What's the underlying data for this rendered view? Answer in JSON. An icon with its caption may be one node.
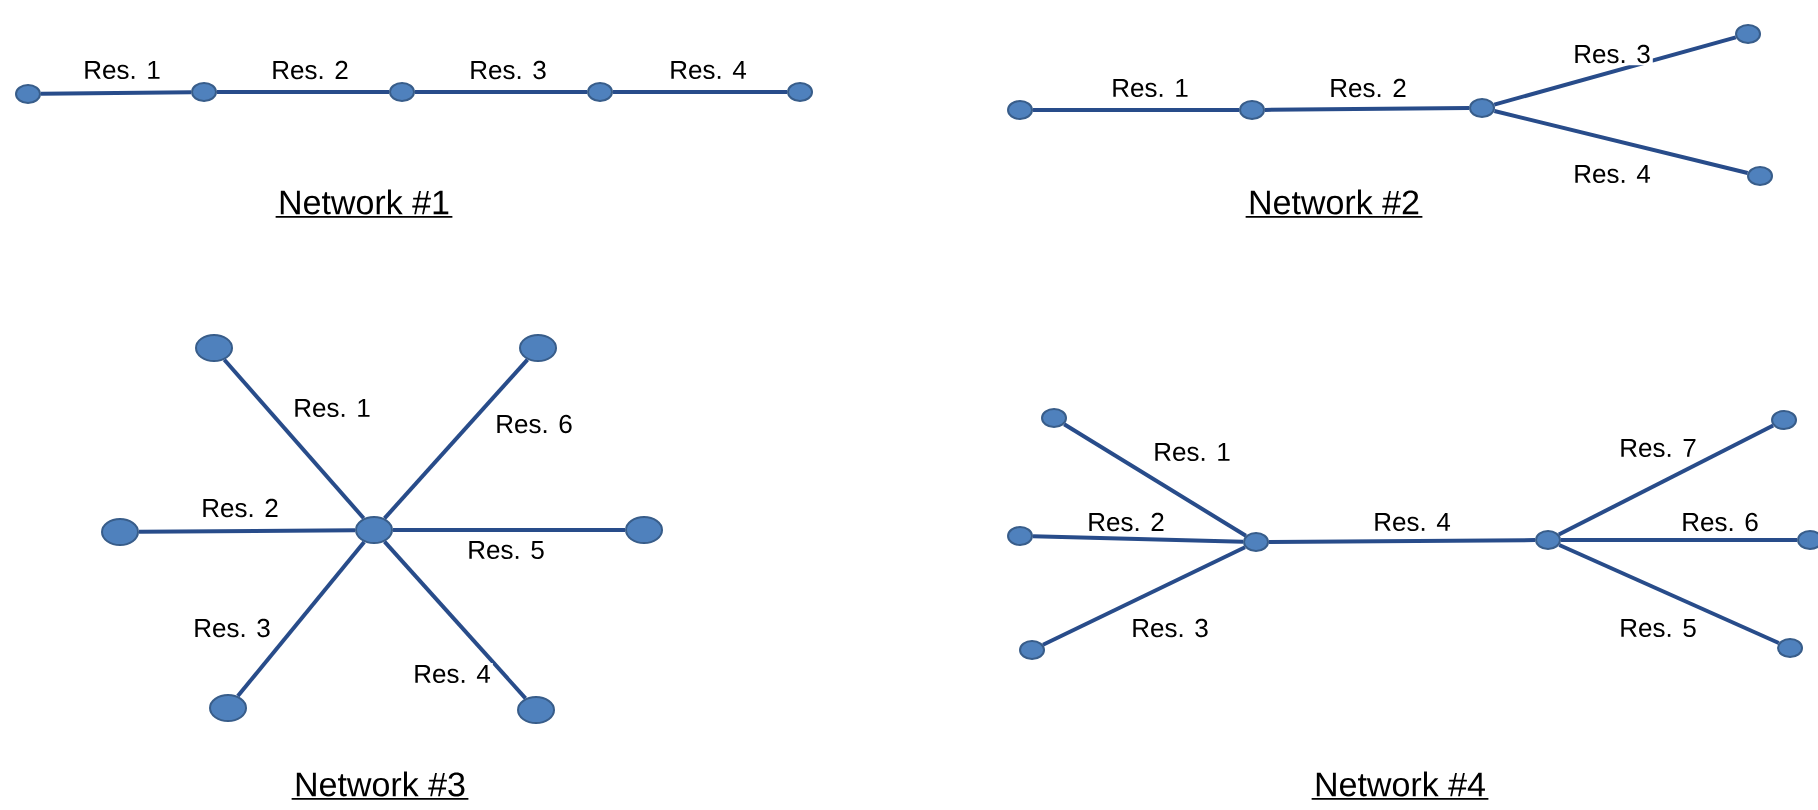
{
  "diagram": {
    "nodes": [
      {
        "text": [],
        "shape": "circle"
      },
      {
        "text": [],
        "shape": "circle"
      },
      {
        "text": [],
        "shape": "circle"
      },
      {
        "text": [],
        "shape": "circle"
      },
      {
        "text": [],
        "shape": "circle"
      },
      {
        "text": [],
        "shape": "circle"
      },
      {
        "text": [],
        "shape": "circle"
      },
      {
        "text": [],
        "shape": "circle"
      },
      {
        "text": [],
        "shape": "circle"
      },
      {
        "text": [],
        "shape": "circle"
      },
      {
        "text": [],
        "shape": "circle"
      },
      {
        "text": [],
        "shape": "circle"
      },
      {
        "text": [],
        "shape": "circle"
      },
      {
        "text": [],
        "shape": "circle"
      },
      {
        "text": [],
        "shape": "circle"
      },
      {
        "text": [],
        "shape": "circle"
      },
      {
        "text": [],
        "shape": "circle"
      },
      {
        "text": [],
        "shape": "circle"
      },
      {
        "text": [],
        "shape": "circle"
      },
      {
        "text": [],
        "shape": "circle"
      },
      {
        "text": [],
        "shape": "circle"
      },
      {
        "text": [],
        "shape": "circle"
      },
      {
        "text": [],
        "shape": "circle"
      },
      {
        "text": [],
        "shape": "circle"
      },
      {
        "text": [],
        "shape": "circle"
      }
    ],
    "edges": [
      {
        "from": 0,
        "to": 1,
        "arrow": "none",
        "label": "Res. 1"
      },
      {
        "from": 1,
        "to": 2,
        "arrow": "none",
        "label": "Res. 2"
      },
      {
        "from": 2,
        "to": 3,
        "arrow": "none",
        "label": "Res. 3"
      },
      {
        "from": 3,
        "to": 4,
        "arrow": "none",
        "label": "Res. 4"
      },
      {
        "from": 5,
        "to": 6,
        "arrow": "none",
        "label": "Res. 1"
      },
      {
        "from": 6,
        "to": 7,
        "arrow": "none",
        "label": "Res. 2"
      },
      {
        "from": 7,
        "to": 8,
        "arrow": "none",
        "label": "Res. 3"
      },
      {
        "from": 7,
        "to": 9,
        "arrow": "none",
        "label": "Res. 4"
      },
      {
        "from": 10,
        "to": 13,
        "arrow": "none",
        "label": "Res. 1"
      },
      {
        "from": 12,
        "to": 13,
        "arrow": "none",
        "label": "Res. 2"
      },
      {
        "from": 15,
        "to": 13,
        "arrow": "none",
        "label": "Res. 3"
      },
      {
        "from": 13,
        "to": 16,
        "arrow": "none",
        "label": "Res. 4"
      },
      {
        "from": 13,
        "to": 14,
        "arrow": "none",
        "label": "Res. 5"
      },
      {
        "from": 13,
        "to": 11,
        "arrow": "none",
        "label": "Res. 6"
      },
      {
        "from": 17,
        "to": 20,
        "arrow": "none",
        "label": "Res. 1"
      },
      {
        "from": 18,
        "to": 20,
        "arrow": "none",
        "label": "Res. 2"
      },
      {
        "from": 19,
        "to": 20,
        "arrow": "none",
        "label": "Res. 3"
      },
      {
        "from": 20,
        "to": 21,
        "arrow": "none",
        "label": "Res. 4"
      },
      {
        "from": 21,
        "to": 24,
        "arrow": "none",
        "label": "Res. 5"
      },
      {
        "from": 21,
        "to": 23,
        "arrow": "none",
        "label": "Res. 6"
      },
      {
        "from": 21,
        "to": 22,
        "arrow": "none",
        "label": "Res. 7"
      }
    ],
    "labels": [
      "Network #1",
      "Network #2",
      "Network #3",
      "Network #4"
    ]
  }
}
